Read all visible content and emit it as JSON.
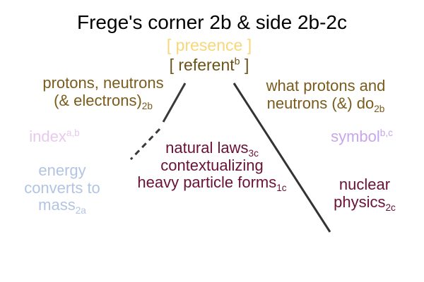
{
  "title": "Frege's corner 2b & side 2b-2c",
  "presence": "[ presence ]",
  "referent": {
    "pre": "[ referent",
    "sup": "b",
    "post": " ]"
  },
  "protons": {
    "line1": "protons, neutrons",
    "line2": "(& electrons)",
    "sub": "2b"
  },
  "what": {
    "line1": "what protons and",
    "line2": "neutrons (&) do",
    "sub": "2b"
  },
  "index": {
    "text": "index",
    "sup": "a,b"
  },
  "symbol": {
    "text": "symbol",
    "sup": "b,c"
  },
  "energy": {
    "line1": "energy",
    "line2": "converts to",
    "line3": "mass",
    "sub": "2a"
  },
  "natural": {
    "line1": "natural laws",
    "sub1": "3c",
    "line2": "contextualizing",
    "line3": "heavy particle forms",
    "sub3": "1c"
  },
  "nuclear": {
    "line1": "nuclear",
    "line2": "physics",
    "sub": "2c"
  },
  "colors": {
    "title": "#000000",
    "presence": "#f6d77a",
    "referent": "#6b5318",
    "object_text": "#7b5b1c",
    "index": "#e8c9ee",
    "symbol": "#c9a6e8",
    "energy": "#b3c4e3",
    "sense_text": "#6a1136",
    "lines": "#333333"
  }
}
